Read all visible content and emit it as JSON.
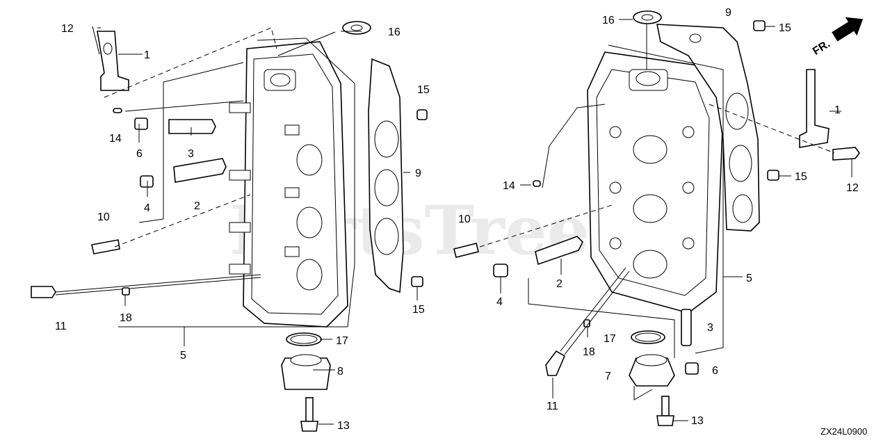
{
  "diagram": {
    "watermark": "PartsTree",
    "diagram_code": "ZX24L0900",
    "orientation": "FR.",
    "callouts": {
      "left_12": "12",
      "left_1": "1",
      "left_16": "16",
      "left_15a": "15",
      "left_14": "14",
      "left_6": "6",
      "left_3": "3",
      "left_9": "9",
      "left_2": "2",
      "left_4": "4",
      "left_10": "10",
      "left_11": "11",
      "left_18": "18",
      "left_15b": "15",
      "left_5": "5",
      "left_17": "17",
      "left_8": "8",
      "left_13": "13",
      "right_16": "16",
      "right_9": "9",
      "right_15a": "15",
      "right_1": "1",
      "right_14": "14",
      "right_15b": "15",
      "right_12": "12",
      "right_10": "10",
      "right_2": "2",
      "right_4": "4",
      "right_5": "5",
      "right_3": "3",
      "right_17": "17",
      "right_18": "18",
      "right_6": "6",
      "right_7": "7",
      "right_11": "11",
      "right_13": "13"
    }
  }
}
